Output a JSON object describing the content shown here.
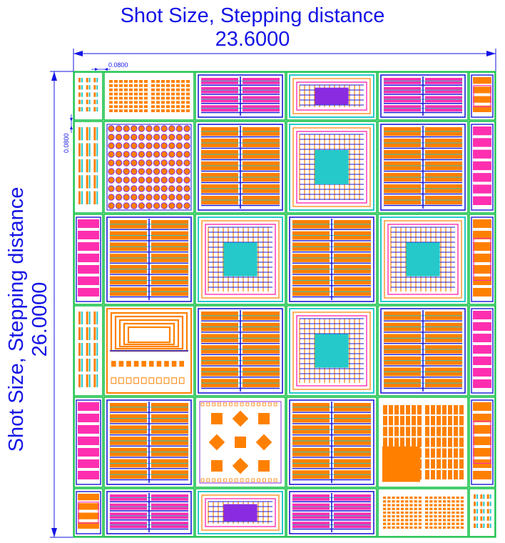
{
  "header": {
    "title_line1": "Shot Size, Stepping distance",
    "value_horizontal": "23.6000"
  },
  "side": {
    "title_line1": "Shot Size, Stepping distance",
    "value_vertical": "26.0000"
  },
  "scribe": {
    "horizontal_label": "0.0800",
    "vertical_label": "0.0800"
  },
  "colors": {
    "dimension": "#1414e6",
    "die_border": "#19c24a",
    "metal_orange": "#ff8000",
    "pad_magenta": "#ff2fb0",
    "via_blue": "#1a1ad8",
    "poly_cyan": "#25c9c9",
    "purple": "#8a2be2"
  },
  "dies": [
    {
      "row": 0,
      "col": 0,
      "type": "test-keys"
    },
    {
      "row": 0,
      "col": 1,
      "type": "pad-array"
    },
    {
      "row": 0,
      "col": 2,
      "type": "magenta-stripes"
    },
    {
      "row": 0,
      "col": 3,
      "type": "mesh-magenta"
    },
    {
      "row": 0,
      "col": 4,
      "type": "magenta-stripes"
    },
    {
      "row": 0,
      "col": 5,
      "type": "narrow-mesh"
    },
    {
      "row": 1,
      "col": 0,
      "type": "test-keys"
    },
    {
      "row": 1,
      "col": 1,
      "type": "bump-array"
    },
    {
      "row": 1,
      "col": 2,
      "type": "orange-stripes"
    },
    {
      "row": 1,
      "col": 3,
      "type": "mesh-core"
    },
    {
      "row": 1,
      "col": 4,
      "type": "orange-stripes"
    },
    {
      "row": 1,
      "col": 5,
      "type": "narrow-stripes"
    },
    {
      "row": 2,
      "col": 0,
      "type": "narrow-stripes"
    },
    {
      "row": 2,
      "col": 1,
      "type": "orange-stripes"
    },
    {
      "row": 2,
      "col": 2,
      "type": "mesh-core"
    },
    {
      "row": 2,
      "col": 3,
      "type": "orange-stripes"
    },
    {
      "row": 2,
      "col": 4,
      "type": "mesh-core"
    },
    {
      "row": 2,
      "col": 5,
      "type": "narrow-mesh"
    },
    {
      "row": 3,
      "col": 0,
      "type": "test-keys"
    },
    {
      "row": 3,
      "col": 1,
      "type": "spiral-inductor"
    },
    {
      "row": 3,
      "col": 2,
      "type": "orange-stripes"
    },
    {
      "row": 3,
      "col": 3,
      "type": "mesh-core"
    },
    {
      "row": 3,
      "col": 4,
      "type": "orange-stripes"
    },
    {
      "row": 3,
      "col": 5,
      "type": "narrow-stripes"
    },
    {
      "row": 4,
      "col": 0,
      "type": "narrow-stripes"
    },
    {
      "row": 4,
      "col": 1,
      "type": "orange-stripes"
    },
    {
      "row": 4,
      "col": 2,
      "type": "pad-diamonds"
    },
    {
      "row": 4,
      "col": 3,
      "type": "orange-stripes"
    },
    {
      "row": 4,
      "col": 4,
      "type": "pad-array-large"
    },
    {
      "row": 4,
      "col": 5,
      "type": "narrow-mesh"
    },
    {
      "row": 5,
      "col": 0,
      "type": "narrow-mesh"
    },
    {
      "row": 5,
      "col": 1,
      "type": "magenta-stripes"
    },
    {
      "row": 5,
      "col": 2,
      "type": "mesh-magenta"
    },
    {
      "row": 5,
      "col": 3,
      "type": "magenta-stripes"
    },
    {
      "row": 5,
      "col": 4,
      "type": "pad-array-small"
    },
    {
      "row": 5,
      "col": 5,
      "type": "test-keys"
    }
  ]
}
